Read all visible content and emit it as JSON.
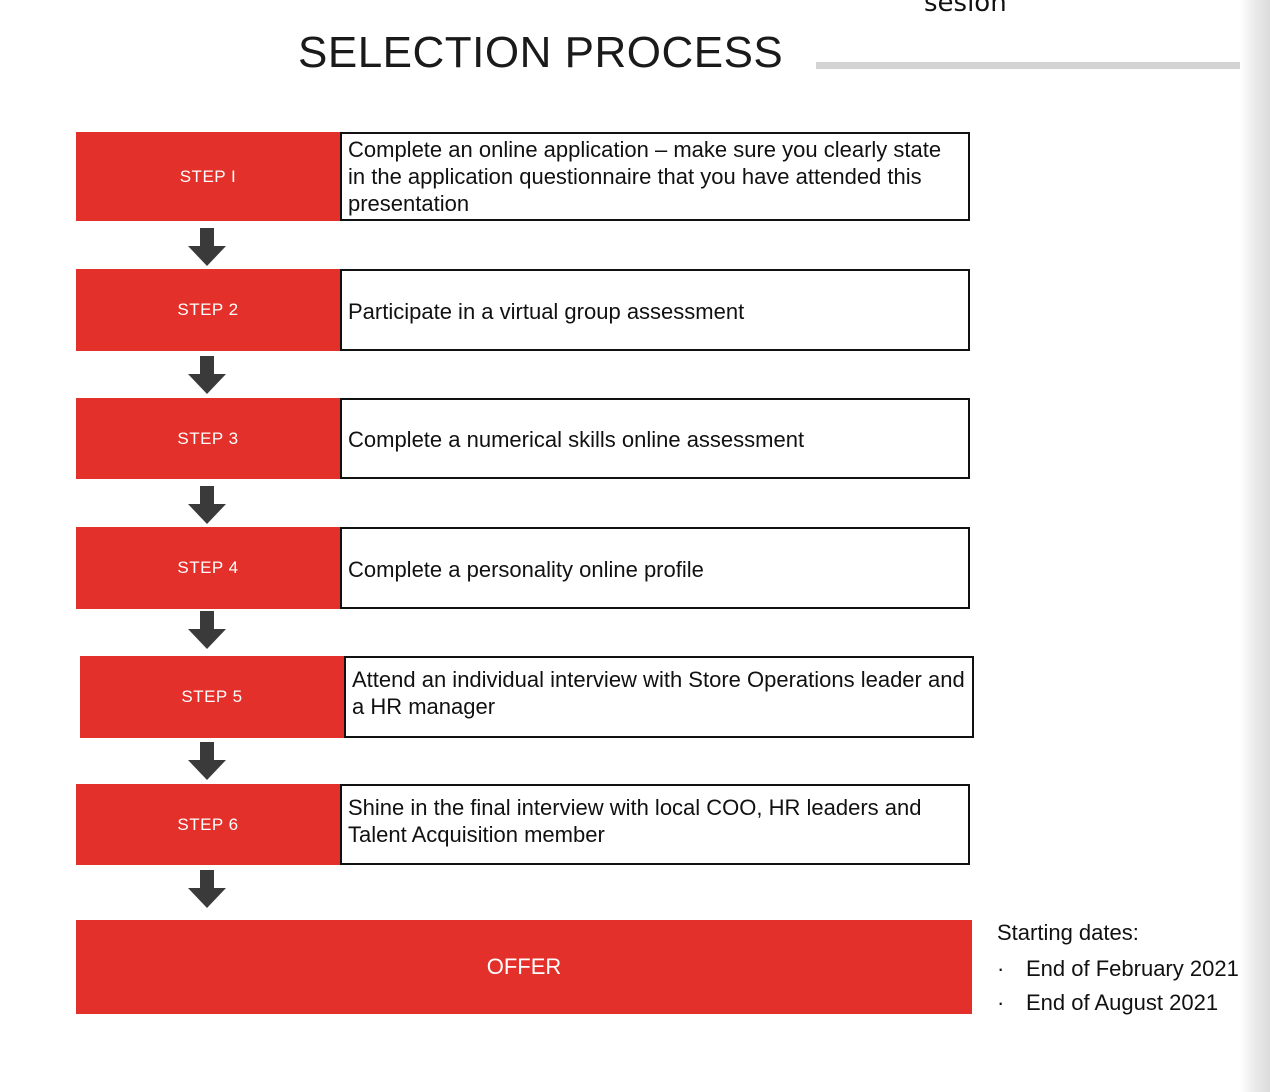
{
  "top_overlay_text": "sesion",
  "title": "SELECTION PROCESS",
  "steps": [
    {
      "label": "STEP I",
      "text": "Complete an online application – make sure you clearly state in the application questionnaire that you have attended this presentation"
    },
    {
      "label": "STEP 2",
      "text": "Participate in a virtual group assessment"
    },
    {
      "label": "STEP 3",
      "text": "Complete a numerical skills online assessment"
    },
    {
      "label": "STEP 4",
      "text": "Complete a personality online profile"
    },
    {
      "label": "STEP 5",
      "text": "Attend an individual interview with Store Operations leader and a HR manager"
    },
    {
      "label": "STEP 6",
      "text": "Shine in the final interview with local COO, HR leaders and Talent Acquisition member"
    }
  ],
  "offer_label": "OFFER",
  "starting_dates": {
    "title": "Starting dates:",
    "items": [
      "End of February 2021",
      "End of August 2021"
    ]
  },
  "colors": {
    "accent": "#e3302a",
    "arrow": "#3a3a3a"
  },
  "icons": {
    "connector": "arrow-down-icon",
    "list_marker": "bullet-icon"
  }
}
